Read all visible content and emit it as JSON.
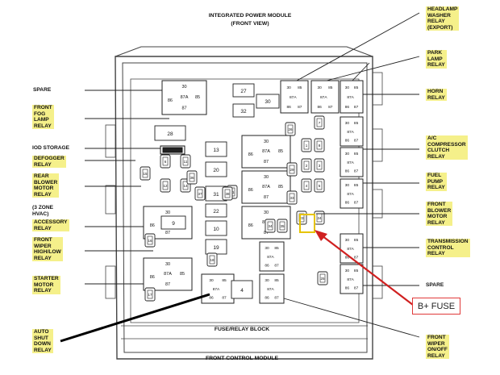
{
  "header": {
    "title": "INTEGRATED POWER MODULE",
    "subtitle": "(FRONT VIEW)"
  },
  "footer": {
    "block_label": "FUSE/RELAY BLOCK",
    "module_label": "FRONT CONTROL MODULE"
  },
  "callout": {
    "text": "B+ FUSE",
    "color": "#e03a3a"
  },
  "colors": {
    "highlight": "#f5f08a",
    "arrow": "#d02020"
  },
  "left_labels": [
    {
      "id": "spare-left",
      "text": "SPARE",
      "highlight": false
    },
    {
      "id": "front-fog-lamp-relay",
      "text": "FRONT\nFOG\nLAMP\nRELAY",
      "highlight": true
    },
    {
      "id": "iod-storage",
      "text": "IOD STORAGE",
      "highlight": false
    },
    {
      "id": "defogger-relay",
      "text": "DEFOGGER\nRELAY",
      "highlight": true
    },
    {
      "id": "rear-blower-motor-relay",
      "text": "REAR\nBLOWER\nMOTOR\nRELAY",
      "highlight": true
    },
    {
      "id": "three-zone-hvac",
      "text": "(3 ZONE\nHVAC)",
      "highlight": false
    },
    {
      "id": "accessory-relay",
      "text": "ACCESSORY\nRELAY",
      "highlight": true
    },
    {
      "id": "front-wiper-high-low-relay",
      "text": "FRONT\nWIPER\nHIGH/LOW\nRELAY",
      "highlight": true
    },
    {
      "id": "starter-motor-relay",
      "text": "STARTER\nMOTOR\nRELAY",
      "highlight": true
    },
    {
      "id": "auto-shut-down-relay",
      "text": "AUTO\nSHUT\nDOWN\nRELAY",
      "highlight": true
    }
  ],
  "right_labels": [
    {
      "id": "headlamp-washer-relay",
      "text": "HEADLAMP\nWASHER\nRELAY\n(EXPORT)",
      "highlight": true
    },
    {
      "id": "park-lamp-relay",
      "text": "PARK\nLAMP\nRELAY",
      "highlight": true
    },
    {
      "id": "horn-relay",
      "text": "HORN\nRELAY",
      "highlight": true
    },
    {
      "id": "ac-compressor-clutch-relay",
      "text": "A/C\nCOMPRESSOR\nCLUTCH\nRELAY",
      "highlight": true
    },
    {
      "id": "fuel-pump-relay",
      "text": "FUEL\nPUMP\nRELAY",
      "highlight": true
    },
    {
      "id": "front-blower-motor-relay",
      "text": "FRONT\nBLOWER\nMOTOR\nRELAY",
      "highlight": true
    },
    {
      "id": "transmission-control-relay",
      "text": "TRANSMISSION\nCONTROL\nRELAY",
      "highlight": true
    },
    {
      "id": "spare-right",
      "text": "SPARE",
      "highlight": false
    },
    {
      "id": "front-wiper-on-off-relay",
      "text": "FRONT\nWIPER\nON/OFF\nRELAY",
      "highlight": true
    }
  ],
  "slot_numbers": [
    "28",
    "27",
    "30",
    "32",
    "13",
    "20",
    "31",
    "22",
    "10",
    "19",
    "9",
    "4"
  ],
  "relay_pin_labels": [
    "30",
    "87A",
    "85",
    "86",
    "87"
  ],
  "small_fuse_numbers": [
    "7",
    "8",
    "1",
    "2",
    "3",
    "4",
    "5",
    "6",
    "11",
    "12",
    "14",
    "15",
    "16",
    "17",
    "18",
    "21",
    "23",
    "24",
    "25",
    "26",
    "29",
    "33",
    "34",
    "35",
    "36",
    "37",
    "38"
  ]
}
